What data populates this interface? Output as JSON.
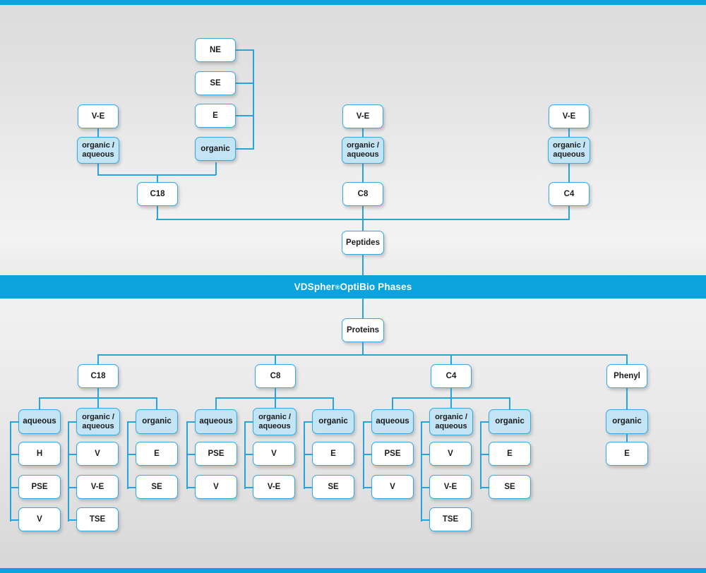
{
  "banner": {
    "brand": "VDSpher",
    "registered": "®",
    "suffix": " OptiBio Phases",
    "background_color": "#0aa3dd",
    "text_color": "#ffffff"
  },
  "theme": {
    "accent": "#0aa3dd",
    "line": "#28a3dd",
    "node_border": "#35a9e0",
    "node_fill_white": "#ffffff",
    "node_fill_blue": "#c3e4f5",
    "page_background": "#d9d9d9",
    "text": "#1b1b1b"
  },
  "peptides": {
    "root_label": "Peptides",
    "columns": [
      {
        "chain_label": "C18",
        "groups": [
          {
            "mode_label": "organic / aqueous",
            "mode_fill": "white",
            "items": [
              "V-E"
            ]
          },
          {
            "mode_label": "organic",
            "mode_fill": "blue",
            "items": [
              "NE",
              "SE",
              "E"
            ]
          }
        ]
      },
      {
        "chain_label": "C8",
        "groups": [
          {
            "mode_label": "organic / aqueous",
            "mode_fill": "blue",
            "items": [
              "V-E"
            ]
          }
        ]
      },
      {
        "chain_label": "C4",
        "groups": [
          {
            "mode_label": "organic / aqueous",
            "mode_fill": "blue",
            "items": [
              "V-E"
            ]
          }
        ]
      }
    ]
  },
  "proteins": {
    "root_label": "Proteins",
    "columns": [
      {
        "chain_label": "C18",
        "groups": [
          {
            "mode_label": "aqueous",
            "items": [
              "H",
              "PSE",
              "V"
            ]
          },
          {
            "mode_label": "organic / aqueous",
            "items": [
              "V",
              "V-E",
              "TSE"
            ]
          },
          {
            "mode_label": "organic",
            "items": [
              "E",
              "SE"
            ]
          }
        ]
      },
      {
        "chain_label": "C8",
        "groups": [
          {
            "mode_label": "aqueous",
            "items": [
              "PSE",
              "V"
            ]
          },
          {
            "mode_label": "organic / aqueous",
            "items": [
              "V",
              "V-E"
            ]
          },
          {
            "mode_label": "organic",
            "items": [
              "E",
              "SE"
            ]
          }
        ]
      },
      {
        "chain_label": "C4",
        "groups": [
          {
            "mode_label": "aqueous",
            "items": [
              "PSE",
              "V"
            ]
          },
          {
            "mode_label": "organic / aqueous",
            "items": [
              "V",
              "V-E",
              "TSE"
            ]
          },
          {
            "mode_label": "organic",
            "items": [
              "E",
              "SE"
            ]
          }
        ]
      },
      {
        "chain_label": "Phenyl",
        "groups": [
          {
            "mode_label": "organic",
            "items": [
              "E"
            ]
          }
        ]
      }
    ]
  },
  "nodes": {
    "p_ne": "NE",
    "p_se": "SE",
    "p_e": "E",
    "p_organic": "organic",
    "p_c18_ve": "V-E",
    "p_c18_oa_1": "organic /",
    "p_c18_oa_2": "aqueous",
    "p_c18": "C18",
    "p_c8_ve": "V-E",
    "p_c8_oa_1": "organic /",
    "p_c8_oa_2": "aqueous",
    "p_c8": "C8",
    "p_c4_ve": "V-E",
    "p_c4_oa_1": "organic /",
    "p_c4_oa_2": "aqueous",
    "p_c4": "C4",
    "peptides": "Peptides",
    "proteins": "Proteins",
    "r_c18": "C18",
    "r_c8": "C8",
    "r_c4": "C4",
    "r_phenyl": "Phenyl",
    "aqueous": "aqueous",
    "organic": "organic",
    "oa_1": "organic /",
    "oa_2": "aqueous",
    "c18_aq_1": "H",
    "c18_aq_2": "PSE",
    "c18_aq_3": "V",
    "c18_oa_1": "V",
    "c18_oa_2": "V-E",
    "c18_oa_3": "TSE",
    "c18_or_1": "E",
    "c18_or_2": "SE",
    "c8_aq_1": "PSE",
    "c8_aq_2": "V",
    "c8_oa_1": "V",
    "c8_oa_2": "V-E",
    "c8_or_1": "E",
    "c8_or_2": "SE",
    "c4_aq_1": "PSE",
    "c4_aq_2": "V",
    "c4_oa_1": "V",
    "c4_oa_2": "V-E",
    "c4_oa_3": "TSE",
    "c4_or_1": "E",
    "c4_or_2": "SE",
    "ph_or": "organic",
    "ph_e": "E"
  }
}
